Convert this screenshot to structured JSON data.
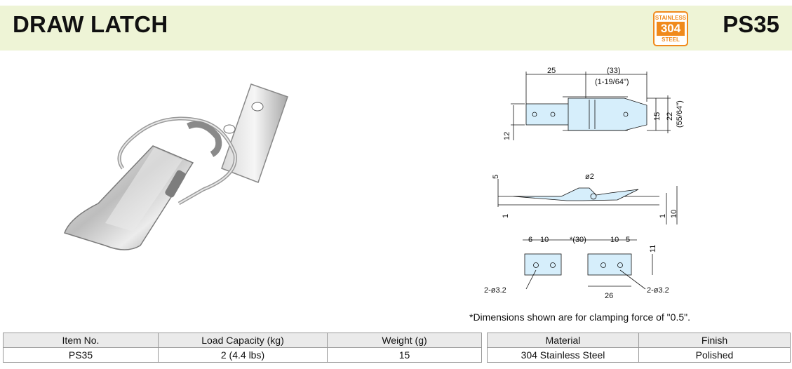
{
  "header": {
    "title": "DRAW LATCH",
    "model": "PS35",
    "badge": {
      "top": "STAINLESS",
      "middle": "304",
      "bottom": "STEEL"
    }
  },
  "drawing": {
    "dims": {
      "d25": "25",
      "d33": "(33)",
      "d33_inch": "(1-19/64\")",
      "d15": "15",
      "d22": "22",
      "d22_inch": "(55/64\")",
      "d12": "12",
      "d5": "5",
      "phi2": "ø2",
      "d1a": "1",
      "d1b": "1",
      "d10": "10",
      "d6": "6",
      "d10a": "10",
      "d30": "*(30)",
      "d10b": "10",
      "d5b": "5",
      "d11": "11",
      "d26": "26",
      "hole_left": "2-ø3.2",
      "hole_right": "2-ø3.2"
    }
  },
  "note": "*Dimensions shown are for clamping force of \"0.5\".",
  "specs": {
    "headers": [
      "Item No.",
      "Load Capacity (kg)",
      "Weight (g)"
    ],
    "row": [
      "PS35",
      "2 (4.4 lbs)",
      "15"
    ]
  },
  "material": {
    "headers": [
      "Material",
      "Finish"
    ],
    "row": [
      "304 Stainless Steel",
      "Polished"
    ]
  }
}
